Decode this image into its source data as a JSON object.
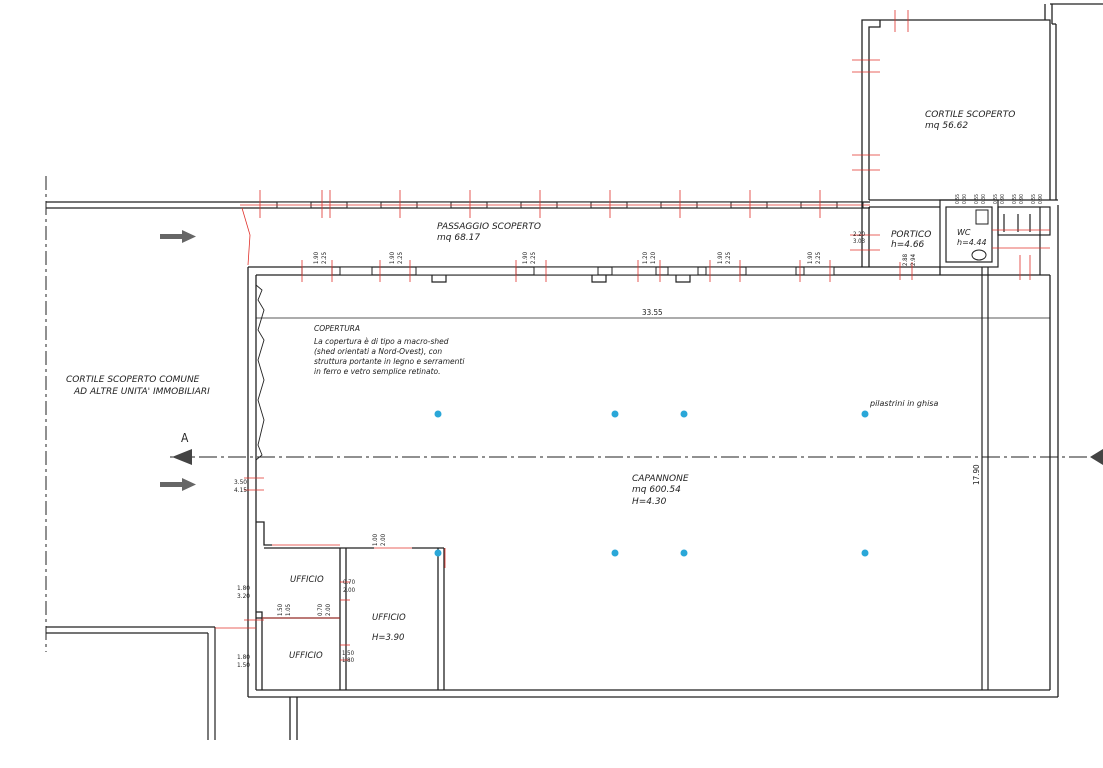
{
  "rooms": {
    "cortile_scoperto": {
      "name": "CORTILE SCOPERTO",
      "area": "mq 56.62"
    },
    "passaggio_scoperto": {
      "name": "PASSAGGIO SCOPERTO",
      "area": "mq 68.17"
    },
    "portico": {
      "name": "PORTICO",
      "height": "h=4.66"
    },
    "wc": {
      "name": "WC",
      "height": "h=4.44"
    },
    "cortile_comune": {
      "line1": "CORTILE SCOPERTO COMUNE",
      "line2": "AD ALTRE UNITA' IMMOBILIARI"
    },
    "capannone": {
      "name": "CAPANNONE",
      "area": "mq 600.54",
      "height": "H=4.30"
    },
    "ufficio_top": {
      "name": "UFFICIO"
    },
    "ufficio_bottom": {
      "name": "UFFICIO"
    },
    "ufficio_large": {
      "name": "UFFICIO",
      "height": "H=3.90"
    }
  },
  "notes": {
    "copertura_title": "COPERTURA",
    "copertura_lines": [
      "La copertura è di tipo a macro-shed",
      "(shed orientati a Nord-Ovest), con",
      "struttura portante in legno e serramenti",
      "in ferro e vetro semplice retinato."
    ],
    "pilastrini": "pilastrini in ghisa"
  },
  "dimensions": {
    "width_main": "33.55",
    "depth_main": "17.90",
    "section_label": "A",
    "window_labels": [
      [
        "1.90",
        "2.25"
      ],
      [
        "1.90",
        "2.25"
      ],
      [
        "1.90",
        "2.25"
      ],
      [
        "1.20",
        "1.20"
      ],
      [
        "1.90",
        "2.25"
      ],
      [
        "1.90",
        "2.25"
      ],
      [
        "2.20",
        "3.03"
      ],
      [
        "2.88",
        "2.94"
      ]
    ],
    "left_openings": [
      [
        "3.50",
        "4.15"
      ],
      [
        "1.80",
        "3.20"
      ],
      [
        "1.80",
        "1.50"
      ]
    ],
    "office_openings": [
      [
        "1.00",
        "2.00"
      ],
      [
        "0.70",
        "2.00"
      ],
      [
        "1.50",
        "1.05"
      ],
      [
        "0.70",
        "2.00"
      ],
      [
        "1.50",
        "1.80"
      ]
    ],
    "wc_windows": [
      "0.55",
      "0.30",
      "0.55",
      "0.30",
      "0.55",
      "0.90",
      "0.55",
      "0.90",
      "0.55",
      "0.90"
    ]
  },
  "colors": {
    "wall": "#222222",
    "dimension_red": "#e0302a",
    "column_blue": "#2aa7d8",
    "arrow": "#666666"
  }
}
